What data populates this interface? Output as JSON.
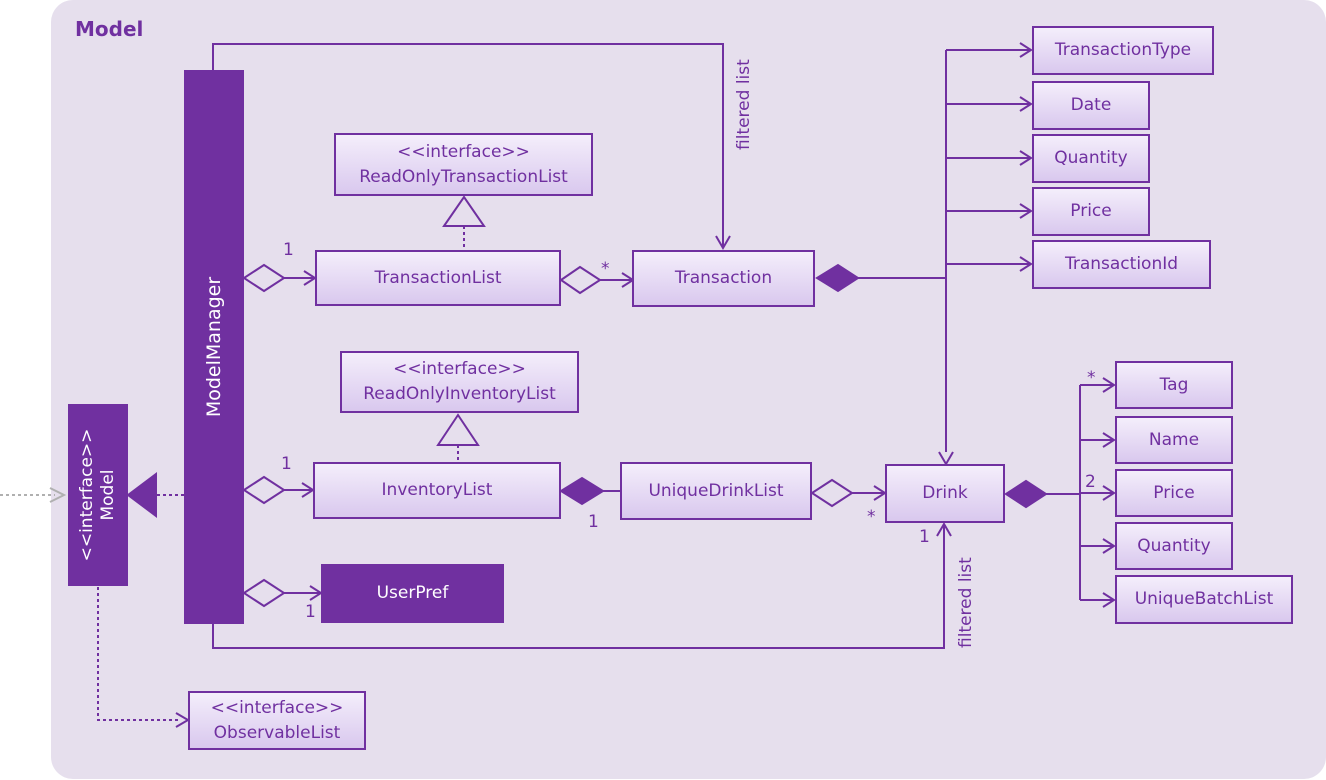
{
  "package": {
    "title": "Model"
  },
  "classes": {
    "model_manager": "ModelManager",
    "model": {
      "stereotype": "<<interface>>",
      "name": "Model"
    },
    "readonly_transaction_list": {
      "stereotype": "<<interface>>",
      "name": "ReadOnlyTransactionList"
    },
    "transaction_list": "TransactionList",
    "transaction": "Transaction",
    "readonly_inventory_list": {
      "stereotype": "<<interface>>",
      "name": "ReadOnlyInventoryList"
    },
    "inventory_list": "InventoryList",
    "unique_drink_list": "UniqueDrinkList",
    "drink": "Drink",
    "user_pref": "UserPref",
    "observable_list": {
      "stereotype": "<<interface>>",
      "name": "ObservableList"
    },
    "transaction_type": "TransactionType",
    "date": "Date",
    "transaction_quantity": "Quantity",
    "transaction_price": "Price",
    "transaction_id": "TransactionId",
    "tag": "Tag",
    "name": "Name",
    "drink_price": "Price",
    "drink_quantity": "Quantity",
    "unique_batch_list": "UniqueBatchList"
  },
  "labels": {
    "filtered_list_top": "filtered list",
    "filtered_list_bottom": "filtered list",
    "mult_transaction_list": "1",
    "mult_transaction_star": "*",
    "mult_inventory_list": "1",
    "mult_unique_drink_list": "1",
    "mult_drink_star": "*",
    "mult_user_pref": "1",
    "mult_drink_one": "1",
    "mult_tag_star": "*",
    "mult_price_two": "2"
  },
  "colors": {
    "accent": "#7030a0",
    "package_bg": "#e6dfed"
  }
}
